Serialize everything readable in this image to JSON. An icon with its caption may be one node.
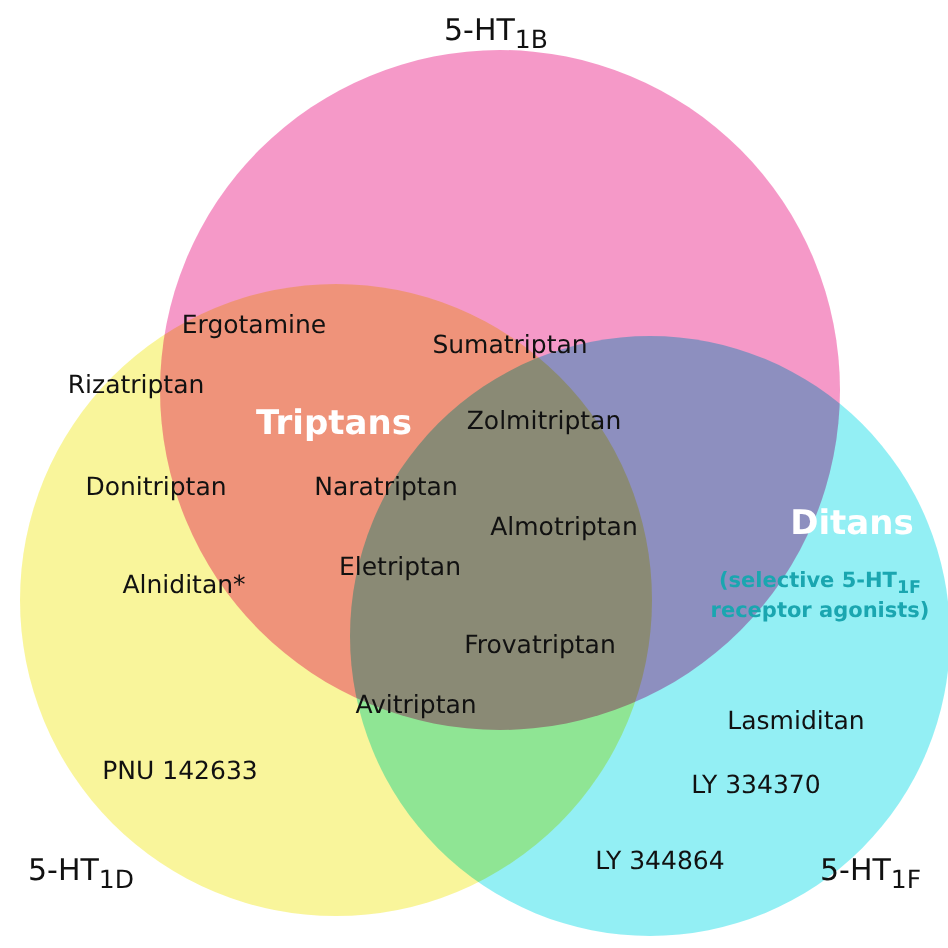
{
  "diagram": {
    "nodes": [
      {
        "text": [
          "5-HT$_{1B}$"
        ]
      },
      {
        "text": [
          "5-HT$_{1D}$"
        ]
      },
      {
        "text": [
          "5-HT$_{1F}$"
        ]
      }
    ],
    "labels": [
      "Ergotamine",
      "Rizatriptan",
      "Sumatriptan",
      "Triptans",
      "Zolmitriptan",
      "Donitriptan",
      "Naratriptan",
      "Almotriptan",
      "Ditans",
      "(selective 5-HT$_{1F}$ receptor agonists)",
      "Alniditan*",
      "Eletriptan",
      "Frovatriptan",
      "Avitriptan",
      "Lasmiditan",
      "PNU 142633",
      "LY 334370",
      "LY 344864"
    ]
  }
}
